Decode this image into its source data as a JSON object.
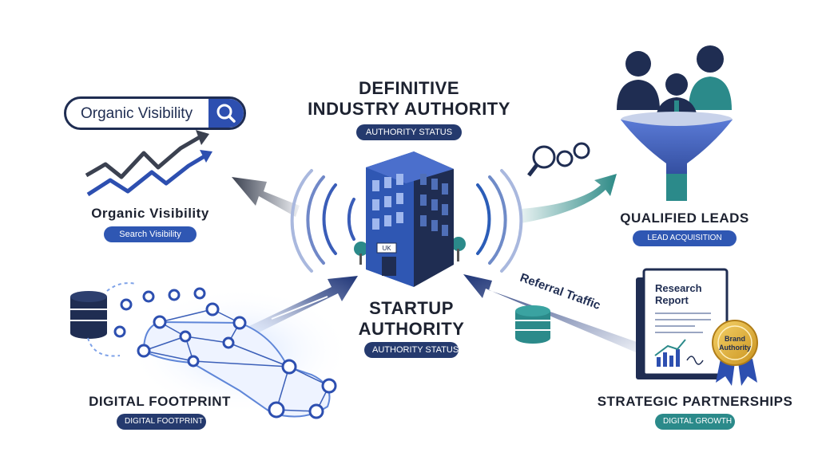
{
  "center": {
    "top_title_line1": "DEFINITIVE",
    "top_title_line2": "INDUSTRY AUTHORITY",
    "top_badge": "AUTHORITY STATUS",
    "building_sign": "UK",
    "bottom_title_line1": "STARTUP",
    "bottom_title_line2": "AUTHORITY",
    "bottom_badge": "AUTHORITY STATUS"
  },
  "organic": {
    "search_text": "Organic Visibility",
    "title": "Organic Visibility",
    "badge": "Search Visibility"
  },
  "leads": {
    "title": "QUALIFIED LEADS",
    "badge": "LEAD ACQUISITION"
  },
  "footprint": {
    "title": "DIGITAL FOOTPRINT",
    "badge": "DIGITAL FOOTPRINT"
  },
  "partnerships": {
    "arrow_label": "Referral Traffic",
    "report_line1": "Research",
    "report_line2": "Report",
    "seal_line1": "Brand",
    "seal_line2": "Authority",
    "title": "STRATEGIC PARTNERSHIPS",
    "badge": "DIGITAL GROWTH"
  },
  "colors": {
    "navy": "#1f2d52",
    "blue": "#2d4fb0",
    "teal": "#2b8a8a",
    "gold": "#e3b53a"
  },
  "icons": [
    "search-icon",
    "trend-chart-icon",
    "building-icon",
    "people-icon",
    "funnel-icon",
    "magnifier-icon",
    "database-icon",
    "network-icon",
    "document-icon",
    "award-seal-icon",
    "signal-waves-icon"
  ]
}
